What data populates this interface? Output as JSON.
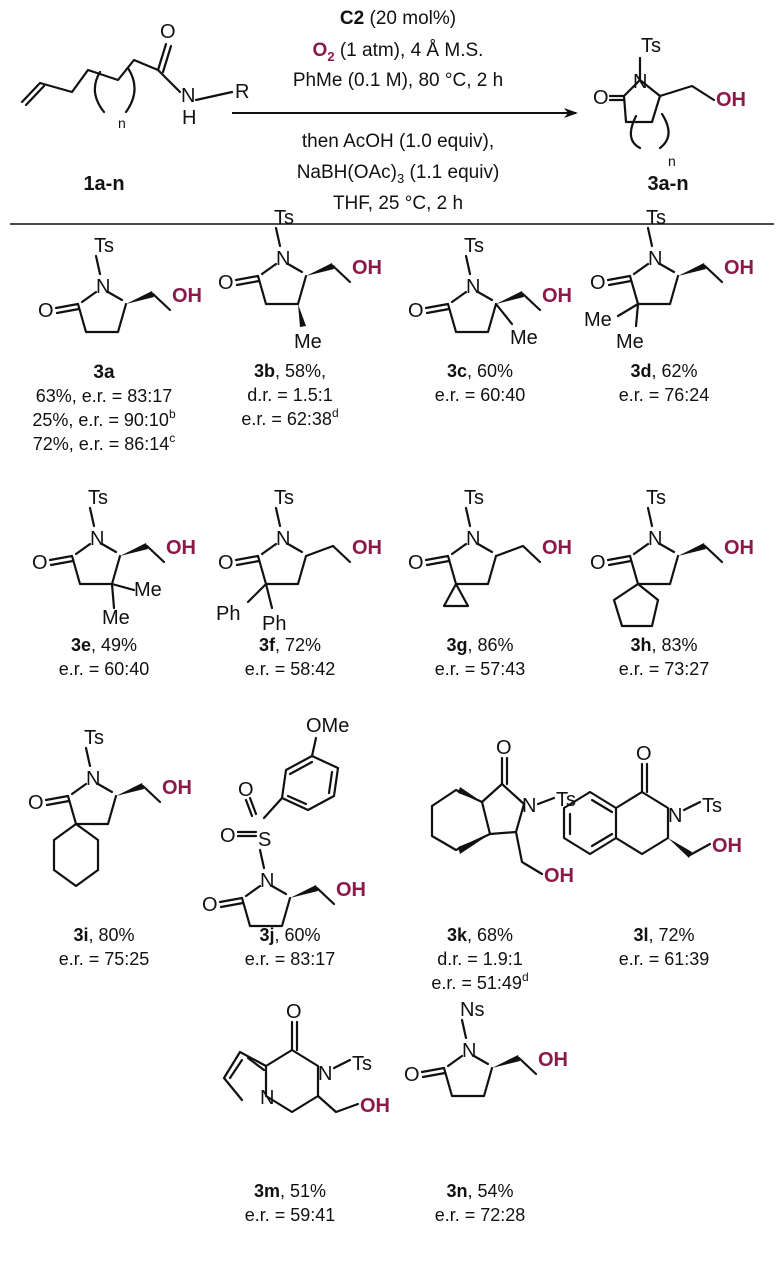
{
  "reaction": {
    "catalyst": "C2",
    "catalyst_loading": " (20 mol%)",
    "oxidant": "O",
    "oxidant_sub": "2",
    "oxidant_rest": " (1 atm), 4 Å M.S.",
    "solvent_line": "PhMe (0.1 M), 80 °C, 2 h",
    "then_line": "then AcOH (1.0 equiv),",
    "reductant": "NaBH(OAc)",
    "reductant_sub": "3",
    "reductant_rest": " (1.1 equiv)",
    "last_line": "THF, 25 °C, 2 h",
    "substrate_label": "1a-n",
    "product_label": "3a-n"
  },
  "atoms": {
    "O": "O",
    "N": "N",
    "H": "H",
    "R": "R",
    "n": "n",
    "Ts": "Ts",
    "Ns": "Ns",
    "OH": "OH",
    "Me": "Me",
    "Ph": "Ph",
    "S": "S",
    "OMe": "OMe"
  },
  "products": [
    {
      "id": "3a",
      "lines": [
        "63%, e.r. = 83:17",
        "25%, e.r. = 90:10",
        "72%, e.r. = 86:14"
      ],
      "sup": [
        "",
        "b",
        "c"
      ]
    },
    {
      "id": "3b",
      "lines": [
        ", 58%,",
        "d.r. = 1.5:1",
        "e.r. = 62:38"
      ],
      "sup": [
        "",
        "",
        "d"
      ]
    },
    {
      "id": "3c",
      "lines": [
        ", 60%",
        "e.r. = 60:40"
      ]
    },
    {
      "id": "3d",
      "lines": [
        ", 62%",
        "e.r. = 76:24"
      ]
    },
    {
      "id": "3e",
      "lines": [
        ", 49%",
        "e.r. = 60:40"
      ]
    },
    {
      "id": "3f",
      "lines": [
        ", 72%",
        "e.r. = 58:42"
      ]
    },
    {
      "id": "3g",
      "lines": [
        ", 86%",
        "e.r. = 57:43"
      ]
    },
    {
      "id": "3h",
      "lines": [
        ", 83%",
        "e.r. = 73:27"
      ]
    },
    {
      "id": "3i",
      "lines": [
        ", 80%",
        "e.r. = 75:25"
      ]
    },
    {
      "id": "3j",
      "lines": [
        ", 60%",
        "e.r. = 83:17"
      ]
    },
    {
      "id": "3k",
      "lines": [
        ", 68%",
        "d.r. = 1.9:1",
        "e.r. = 51:49"
      ],
      "sup": [
        "",
        "",
        "d"
      ]
    },
    {
      "id": "3l",
      "lines": [
        ", 72%",
        "e.r. = 61:39"
      ]
    },
    {
      "id": "3m",
      "lines": [
        ", 51%",
        "e.r. = 59:41"
      ]
    },
    {
      "id": "3n",
      "lines": [
        ", 54%",
        "e.r. = 72:28"
      ]
    }
  ],
  "colors": {
    "accent": "#8b1a4a",
    "ink": "#111111"
  }
}
